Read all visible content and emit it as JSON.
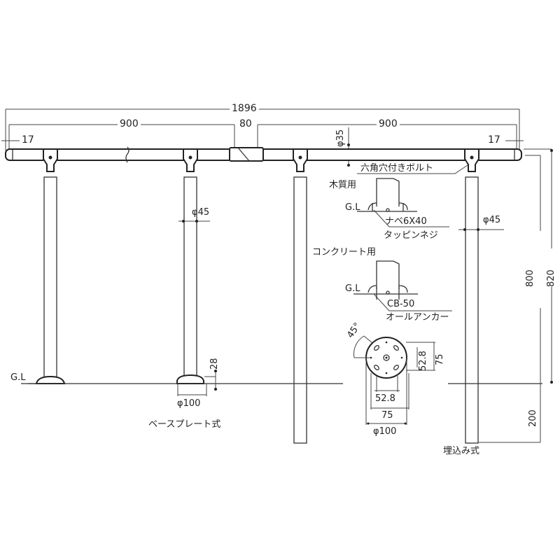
{
  "drawing": {
    "title": "Handrail installation dimension drawing",
    "dimensions": {
      "overall_length": "1896",
      "span_left": "900",
      "span_right": "900",
      "joint_gap": "80",
      "end_cap_left": "17",
      "end_cap_right": "17",
      "rail_diameter": "φ35",
      "post_diameter_left": "φ45",
      "post_diameter_right": "φ45",
      "base_height": "28",
      "base_diameter": "φ100",
      "height_800": "800",
      "height_820": "820",
      "embed_depth": "200"
    },
    "labels": {
      "ground_level_left": "G.L",
      "ground_level_wood": "G.L",
      "ground_level_concrete": "G.L",
      "hex_bolt": "六角穴付きボルト",
      "wood_use": "木質用",
      "screw_size": "ナベ6X40",
      "screw_type": "タッピンネジ",
      "concrete_use": "コンクリート用",
      "anchor_size": "CB-50",
      "anchor_type": "オールアンカー",
      "base_plate_type": "ベースプレート式",
      "embedded_type": "埋込み式"
    },
    "base_plate_plan": {
      "angle": "45°",
      "inner_pitch_h": "52.8",
      "outer_pitch_h": "75",
      "inner_pitch_v": "52.8",
      "outer_pitch_v": "75",
      "diameter": "φ100"
    }
  }
}
